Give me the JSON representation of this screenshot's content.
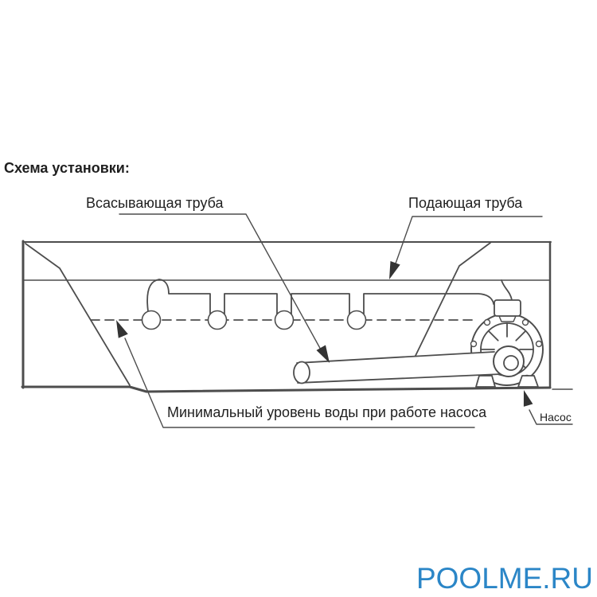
{
  "page": {
    "background": "#ffffff"
  },
  "title": "Схема установки:",
  "diagram": {
    "type": "pool-pump-installation-scheme",
    "labels": {
      "suction_pipe": "Всасывающая труба",
      "supply_pipe": "Подающая труба",
      "min_water_level": "Минимальный уровень воды при работе насоса",
      "pump": "Насос"
    },
    "elements": {
      "pool": "бассейн (разрез)",
      "return_jets_count": 4,
      "line_color": "#4d4d4d",
      "arrowhead_color": "#333333",
      "text_color": "#1f1f1f"
    }
  },
  "watermark": {
    "text": "POOLME.RU",
    "color": "#2b86c7"
  }
}
